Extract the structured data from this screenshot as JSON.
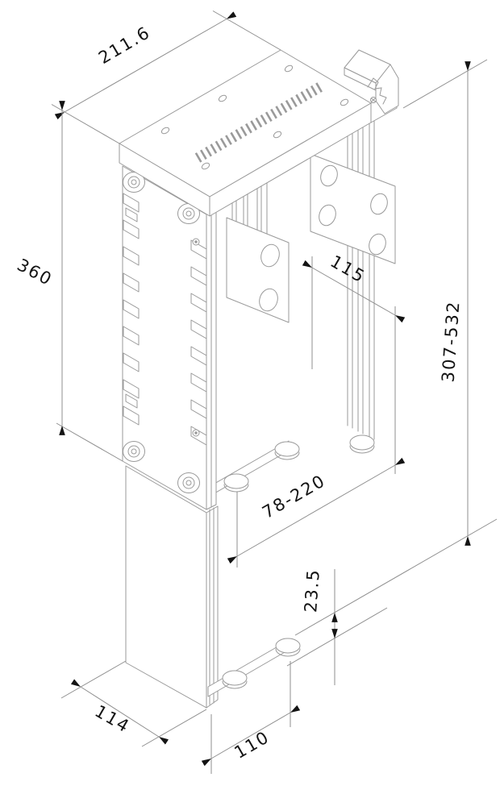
{
  "drawing": {
    "background": "#ffffff",
    "object_line_color": "#9a9a9a",
    "dimension_line_color": "#8f8f8f",
    "text_color": "#141414",
    "dimensions": {
      "top_depth": "211.6",
      "column_height": "360",
      "plate_spacing": "115",
      "height_range": "307-532",
      "width_range": "78-220",
      "foot_height": "23.5",
      "base_width": "114",
      "foot_length": "110"
    }
  }
}
